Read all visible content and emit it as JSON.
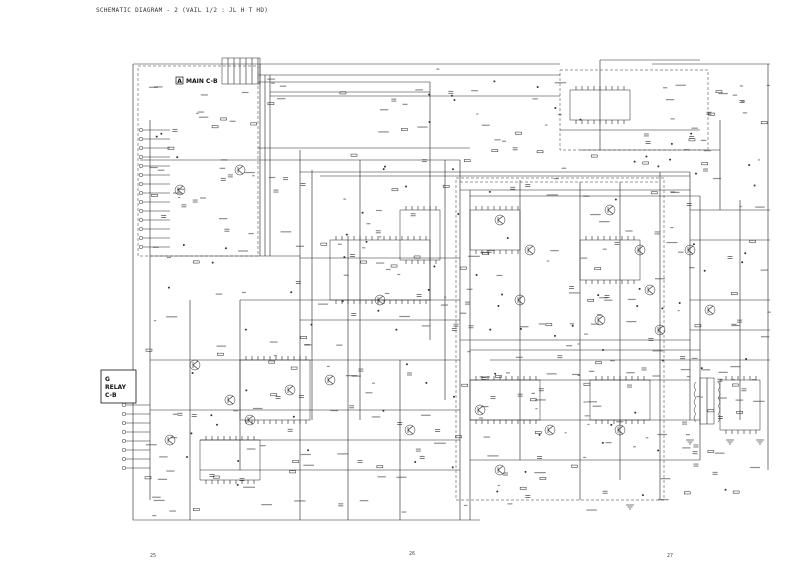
{
  "document": {
    "title": "SCHEMATIC DIAGRAM - 2 (VAIL 1/2 : JL H T HD)"
  },
  "boards": {
    "main": {
      "tag": "A",
      "name": "MAIN C-B"
    },
    "relay": {
      "tag": "G",
      "line1": "RELAY",
      "line2": "C-B"
    }
  },
  "page_numbers": {
    "left": "25",
    "center": "26",
    "right": "27"
  }
}
